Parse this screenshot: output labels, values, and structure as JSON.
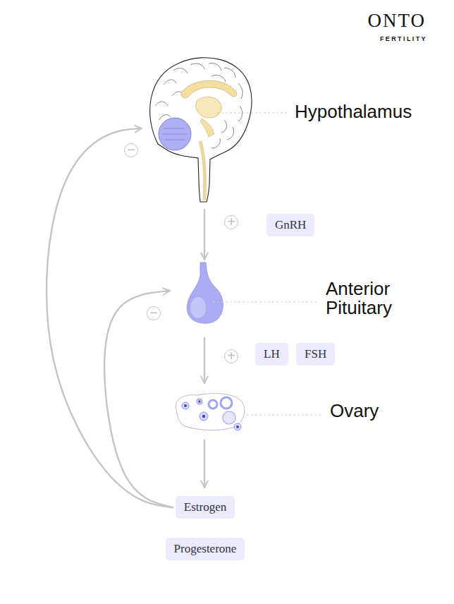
{
  "diagram": {
    "nodes": [
      {
        "text": [
          "Hypothalamus"
        ]
      },
      {
        "text": [
          "GnRH"
        ]
      },
      {
        "text": [
          "Anterior Pituitary"
        ]
      },
      {
        "text": [
          "LH"
        ]
      },
      {
        "text": [
          "FSH"
        ]
      },
      {
        "text": [
          "Ovary"
        ]
      },
      {
        "text": [
          "Estrogen"
        ]
      },
      {
        "text": [
          "Progesterone"
        ]
      }
    ],
    "edges": [
      {
        "from": 0,
        "to": 2,
        "label": "+",
        "arrow": "to"
      },
      {
        "from": 2,
        "to": 5,
        "label": "+",
        "arrow": "to"
      },
      {
        "from": 5,
        "to": 6,
        "arrow": "to"
      },
      {
        "from": 6,
        "to": 0,
        "label": "−",
        "arrow": "to"
      },
      {
        "from": 6,
        "to": 2,
        "label": "−",
        "arrow": "to"
      }
    ],
    "labels": [
      "ONTO",
      "FERTILITY"
    ]
  }
}
